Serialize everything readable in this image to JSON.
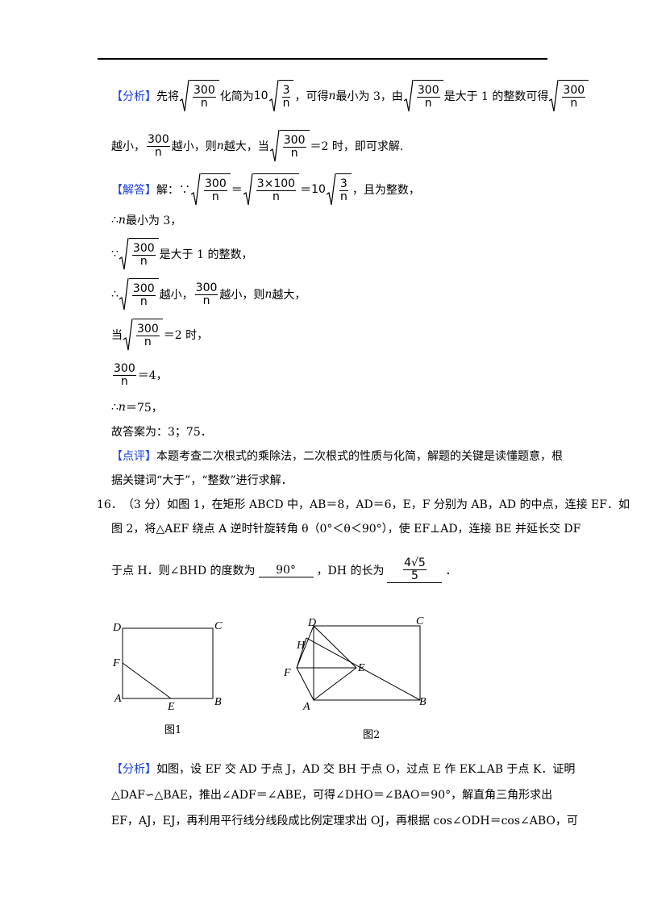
{
  "analysis1": {
    "tag": "【分析】",
    "p1": "先将",
    "p2": "化简为",
    "ten": "10",
    "p3": "，可得",
    "n": "n",
    "p4": "最小为 3，由",
    "p5": "是大于 1 的整数可得",
    "p6": "越小，",
    "p7": "越小，则",
    "p8": "越大，当",
    "p9": "＝2 时，即可求解."
  },
  "math": {
    "num300": "300",
    "den_n": "n",
    "num3": "3",
    "num3x100": "3×100",
    "ten": "10"
  },
  "answer": {
    "tag": "【解答】",
    "l1a": "解：∵",
    "eq": "＝",
    "l1b": "，且为整数，",
    "l2a": "∴",
    "l2b": "最小为 3，",
    "l3a": "∵",
    "l3b": "是大于 1 的整数，",
    "l4a": "∴",
    "l4b": "越小，",
    "l4c": "越小，则",
    "l4d": "越大，",
    "l5a": "当",
    "l5b": "＝2 时，",
    "l6b": "＝4，",
    "l7a": "∴",
    "l7b": "＝75，",
    "l8": "故答案为：3；75．"
  },
  "comment": {
    "tag": "【点评】",
    "l1": "本题考查二次根式的乘除法，二次根式的性质与化简，解题的关键是读懂题意，根",
    "l2": "据关键词“大于”，“整数”进行求解．"
  },
  "q16": {
    "num": "16．",
    "l1": "（3 分）如图 1，在矩形 ABCD 中，AB＝8，AD＝6，E，F 分别为 AB，AD 的中点，连接 EF．如",
    "l2": "图 2，将△AEF 绕点 A 逆时针旋转角 θ（0°＜θ＜90°），使 EF⊥AD，连接 BE 并延长交 DF",
    "l3a": "于点 H．则∠BHD 的度数为",
    "ans1": "90°",
    "l3b": "，DH 的长为",
    "ans2_num": "4√5",
    "ans2_den": "5",
    "l3c": "．"
  },
  "figures": {
    "fig1": {
      "caption": "图1",
      "labels": [
        "D",
        "C",
        "F",
        "A",
        "E",
        "B"
      ]
    },
    "fig2": {
      "caption": "图2",
      "labels": [
        "D",
        "C",
        "H",
        "F",
        "E",
        "A",
        "B"
      ]
    }
  },
  "analysis2": {
    "tag": "【分析】",
    "l1": "如图，设 EF 交 AD 于点 J，AD 交 BH 于点 O，过点 E 作 EK⊥AB 于点 K．证明",
    "l2": "△DAF∽△BAE，推出∠ADF＝∠ABE，可得∠DHO＝∠BAO＝90°，解直角三角形求出",
    "l3": "EF，AJ，EJ，再利用平行线分线段成比例定理求出 OJ，再根据 cos∠ODH＝cos∠ABO，可"
  }
}
